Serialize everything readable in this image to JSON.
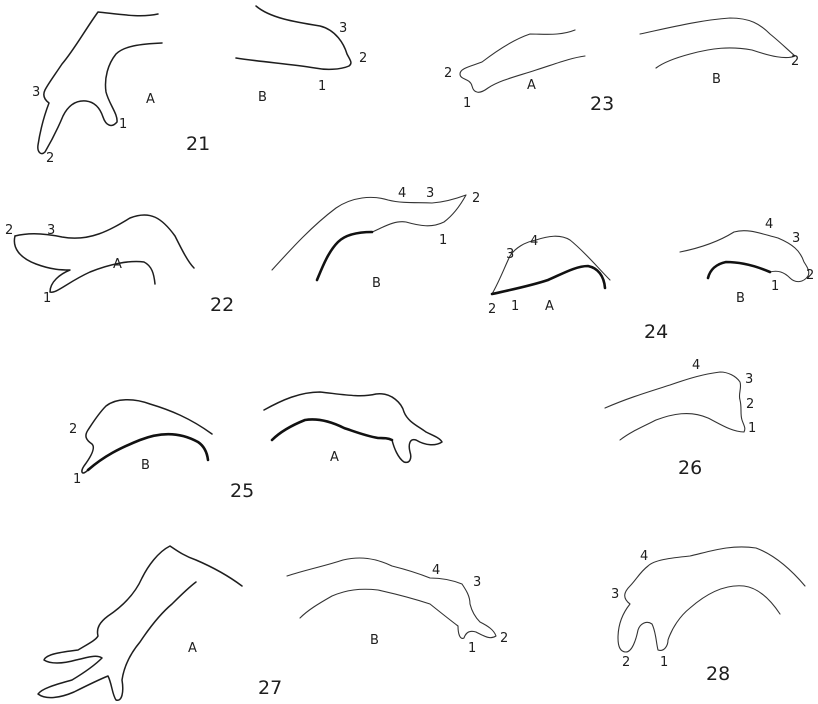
{
  "figures": [
    {
      "number": "21",
      "parts": [
        {
          "letter": "A",
          "points": [
            "1",
            "2",
            "3"
          ]
        },
        {
          "letter": "B",
          "points": [
            "1",
            "2",
            "3"
          ]
        }
      ]
    },
    {
      "number": "22",
      "parts": [
        {
          "letter": "A",
          "points": [
            "1",
            "2",
            "3"
          ]
        },
        {
          "letter": "B",
          "points": [
            "1",
            "2",
            "3",
            "4"
          ]
        }
      ]
    },
    {
      "number": "23",
      "parts": [
        {
          "letter": "A",
          "points": [
            "1",
            "2"
          ]
        },
        {
          "letter": "B",
          "points": [
            "2"
          ]
        }
      ]
    },
    {
      "number": "24",
      "parts": [
        {
          "letter": "A",
          "points": [
            "1",
            "2",
            "3",
            "4"
          ]
        },
        {
          "letter": "B",
          "points": [
            "1",
            "2",
            "3",
            "4"
          ]
        }
      ]
    },
    {
      "number": "25",
      "parts": [
        {
          "letter": "B",
          "points": [
            "1",
            "2"
          ]
        },
        {
          "letter": "A",
          "points": []
        }
      ]
    },
    {
      "number": "26",
      "parts": [
        {
          "letter": "",
          "points": [
            "1",
            "2",
            "3",
            "4"
          ]
        }
      ]
    },
    {
      "number": "27",
      "parts": [
        {
          "letter": "A",
          "points": []
        },
        {
          "letter": "B",
          "points": [
            "1",
            "2",
            "3",
            "4"
          ]
        }
      ]
    },
    {
      "number": "28",
      "parts": [
        {
          "letter": "",
          "points": [
            "1",
            "2",
            "3",
            "4"
          ]
        }
      ]
    }
  ]
}
